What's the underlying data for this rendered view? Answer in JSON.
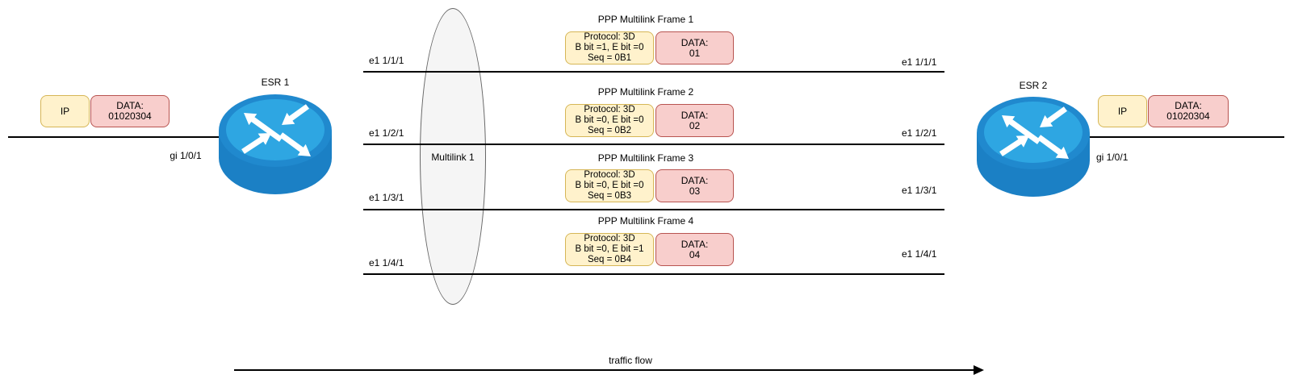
{
  "left_endpoint": {
    "router_label": "ESR 1",
    "interface_label": "gi 1/0/1",
    "packet": {
      "protocol": "IP",
      "data_label": "DATA:",
      "data_value": "01020304"
    }
  },
  "right_endpoint": {
    "router_label": "ESR 2",
    "interface_label": "gi 1/0/1",
    "packet": {
      "protocol": "IP",
      "data_label": "DATA:",
      "data_value": "01020304"
    }
  },
  "multilink": {
    "label": "Multilink 1"
  },
  "links": [
    {
      "left_label": "e1 1/1/1",
      "right_label": "e1 1/1/1"
    },
    {
      "left_label": "e1 1/2/1",
      "right_label": "e1 1/2/1"
    },
    {
      "left_label": "e1 1/3/1",
      "right_label": "e1 1/3/1"
    },
    {
      "left_label": "e1 1/4/1",
      "right_label": "e1 1/4/1"
    }
  ],
  "frames": [
    {
      "title": "PPP Multilink Frame 1",
      "header": {
        "line1": "Protocol: 3D",
        "line2": "B bit =1, E bit =0",
        "line3": "Seq = 0B1"
      },
      "data": {
        "label": "DATA:",
        "value": "01"
      }
    },
    {
      "title": "PPP Multilink Frame 2",
      "header": {
        "line1": "Protocol: 3D",
        "line2": "B bit =0, E bit =0",
        "line3": "Seq = 0B2"
      },
      "data": {
        "label": "DATA:",
        "value": "02"
      }
    },
    {
      "title": "PPP Multilink Frame 3",
      "header": {
        "line1": "Protocol: 3D",
        "line2": "B bit =0, E bit =0",
        "line3": "Seq = 0B3"
      },
      "data": {
        "label": "DATA:",
        "value": "03"
      }
    },
    {
      "title": "PPP Multilink Frame 4",
      "header": {
        "line1": "Protocol: 3D",
        "line2": "B bit =0, E bit =1",
        "line3": "Seq = 0B4"
      },
      "data": {
        "label": "DATA:",
        "value": "04"
      }
    }
  ],
  "traffic_flow_label": "traffic flow",
  "colors": {
    "frame_header_fill": "#FFF2CC",
    "frame_header_stroke": "#D6B656",
    "data_fill": "#F8CECC",
    "data_stroke": "#B85450",
    "multilink_fill": "#F5F5F5",
    "multilink_stroke": "#666666",
    "router_body": "#1B80C5",
    "router_top_rim": "#2089CE",
    "router_top_face": "#2EA6E2",
    "line_color": "#000000"
  }
}
